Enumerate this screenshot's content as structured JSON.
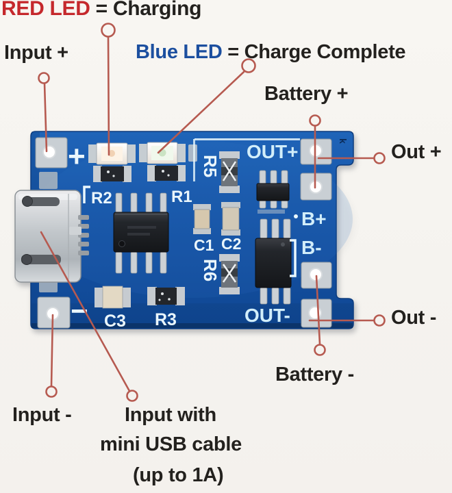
{
  "title": {
    "red": "RED LED",
    "rest": " = Charging"
  },
  "legend_blue": {
    "blue": "Blue LED",
    "rest": " = Charge Complete"
  },
  "labels": {
    "input_plus": "Input +",
    "battery_plus": "Battery +",
    "out_plus": "Out +",
    "out_minus": "Out -",
    "battery_minus": "Battery -",
    "input_minus": "Input -",
    "input_usb_line1": "Input with",
    "input_usb_line2": "mini USB cable",
    "input_usb_line3": "(up to 1A)"
  },
  "board": {
    "silkscreen": {
      "plus": "+",
      "minus": "−",
      "r1": "R1",
      "r2": "R2",
      "r3": "R3",
      "r5": "R5",
      "r6": "R6",
      "c1": "C1",
      "c2": "C2",
      "c3": "C3",
      "out_plus": "OUT+",
      "out_minus": "OUT-",
      "b_plus": "B+",
      "b_minus": "B-",
      "k": "k"
    }
  },
  "colors": {
    "red_text": "#c5282c",
    "blue_text": "#1c4f9f",
    "black_text": "#23211e",
    "annotation_line": "#b65a50",
    "pcb_blue": "#1a57a8",
    "silkscreen": "#eaf6fc",
    "background": "#f6f4f0"
  }
}
